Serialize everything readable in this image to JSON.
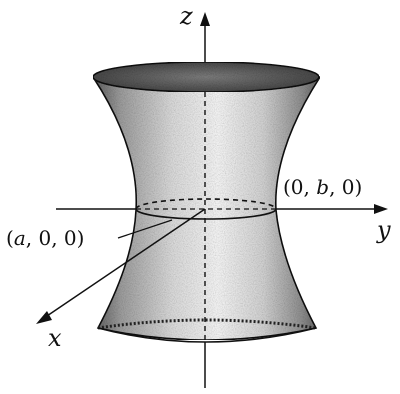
{
  "axes": {
    "z": "z",
    "y": "y",
    "x": "x"
  },
  "points": {
    "y_intercept": "(0, b, 0)",
    "x_intercept": "(a, 0, 0)"
  }
}
